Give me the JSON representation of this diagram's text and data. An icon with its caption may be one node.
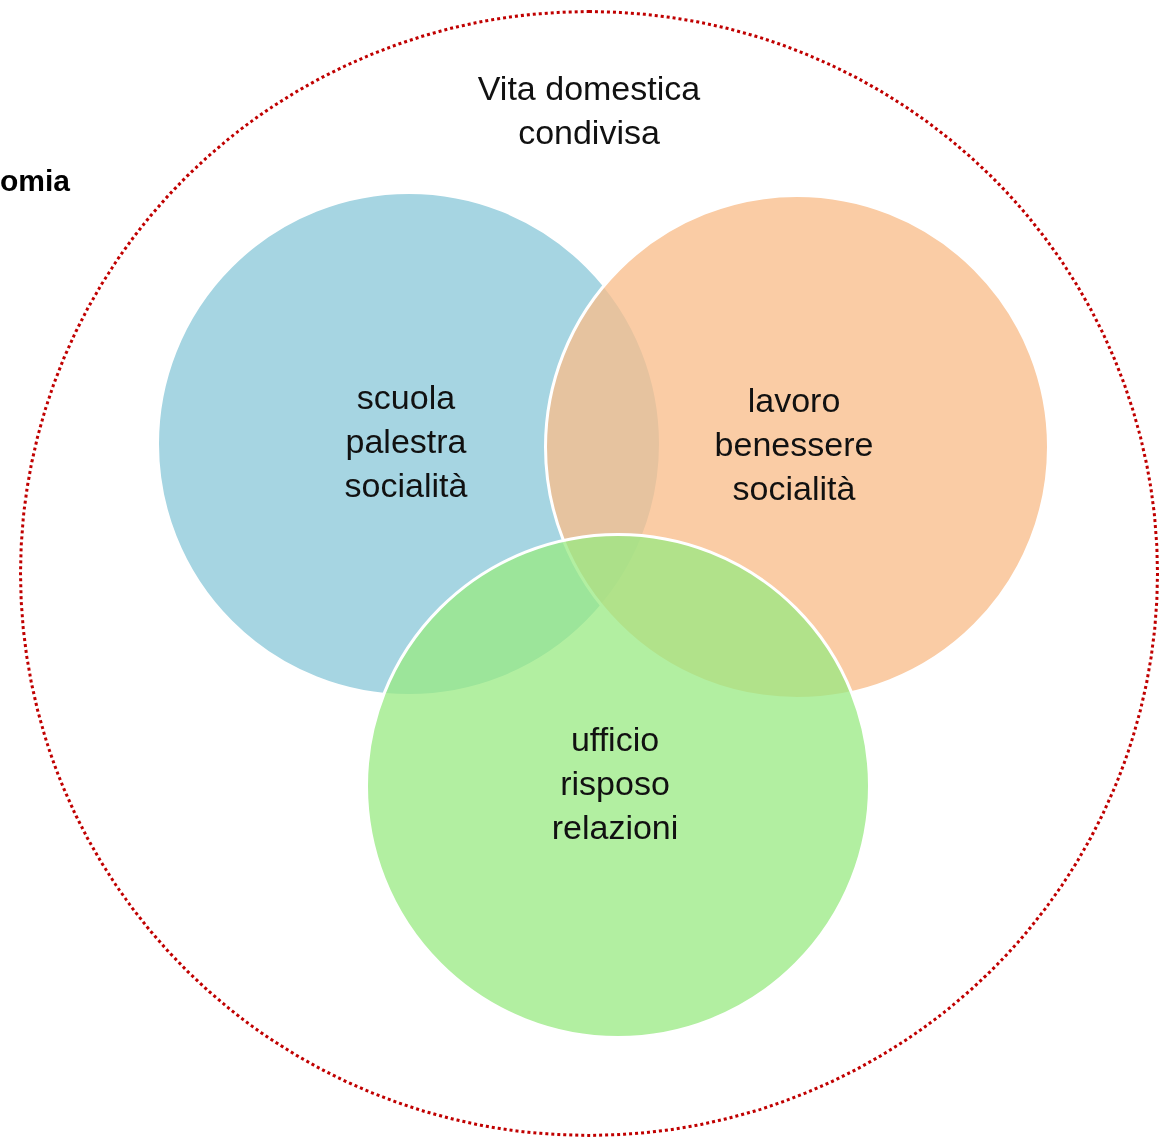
{
  "diagram": {
    "nodes": [
      {
        "text": [
          "Vita domestica condivisa"
        ]
      },
      {
        "text": [
          "scuola palestra socialità"
        ],
        "in": 0
      },
      {
        "text": [
          "lavoro benessere socialità"
        ],
        "in": 0
      },
      {
        "text": [
          "ufficio risposo relazioni"
        ],
        "in": 0
      }
    ],
    "labels": [
      "omia"
    ]
  }
}
